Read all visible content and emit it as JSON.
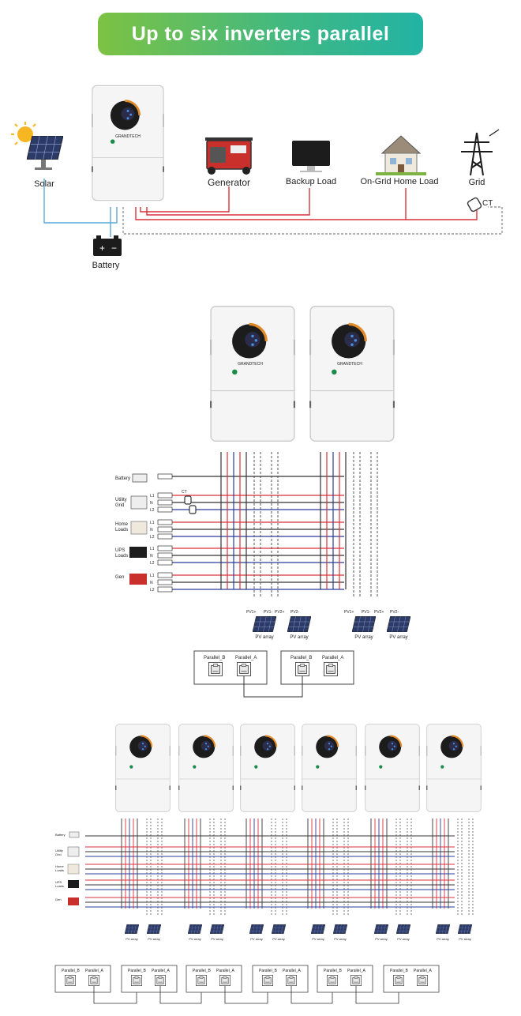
{
  "banner": {
    "title": "Up to six inverters parallel"
  },
  "brand": "GRANDTECH",
  "system1": {
    "solar": "Solar",
    "battery": "Battery",
    "generator": "Generator",
    "backup_load": "Backup Load",
    "ongrid_home_load": "On-Grid Home Load",
    "grid": "Grid",
    "ct": "CT"
  },
  "wiring": {
    "battery": "Battery",
    "utility_grid": [
      "Utility",
      "Grid"
    ],
    "home_loads": [
      "Home",
      "Loads"
    ],
    "ups_loads": [
      "UPS",
      "Loads"
    ],
    "gen": "Gen",
    "l1": "L1",
    "n": "N",
    "l2": "L2",
    "ct": "CT",
    "pv1": "PV1+",
    "pv1_minus": "PV1-",
    "pv2": "PV2+",
    "pv2_minus": "PV2-",
    "pv_array": "PV array"
  },
  "parallel": {
    "port_b": "Parallel_B",
    "port_a": "Parallel_A"
  },
  "colors": {
    "red": "#d9323a",
    "blue": "#2a3a9a",
    "dark": "#333333",
    "panel": "#2b3a67",
    "orange": "#e08a2a",
    "accent": "#1a8a4a"
  }
}
